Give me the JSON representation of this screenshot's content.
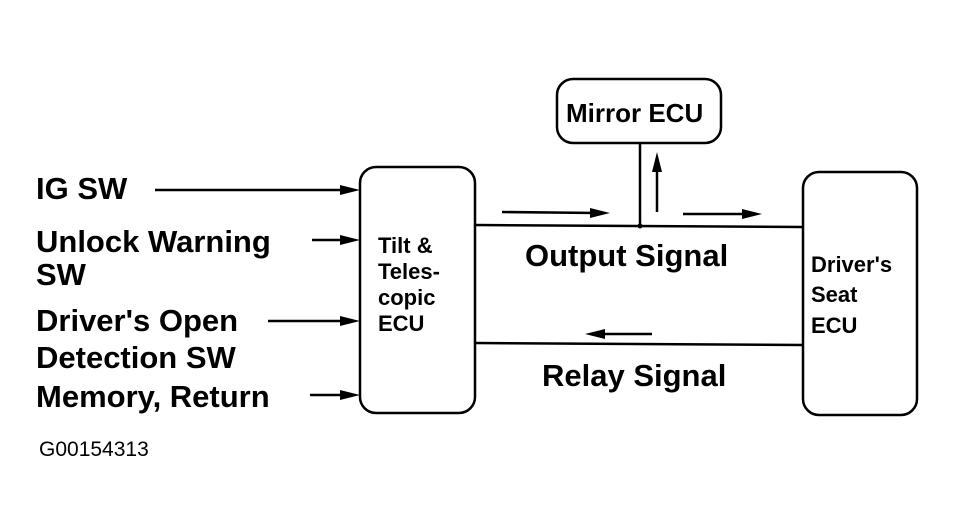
{
  "diagram": {
    "inputs": [
      {
        "lines": [
          "IG SW"
        ]
      },
      {
        "lines": [
          "Unlock Warning",
          "SW"
        ]
      },
      {
        "lines": [
          "Driver's Open",
          "Detection SW"
        ]
      },
      {
        "lines": [
          "Memory, Return"
        ]
      }
    ],
    "tilt_ecu": {
      "lines": [
        "Tilt &",
        "Teles-",
        "copic",
        "ECU"
      ]
    },
    "mirror_ecu": {
      "label": "Mirror ECU"
    },
    "seat_ecu": {
      "lines": [
        "Driver's",
        "Seat",
        "ECU"
      ]
    },
    "output_signal": "Output Signal",
    "relay_signal": "Relay Signal",
    "figure_id": "G00154313"
  }
}
